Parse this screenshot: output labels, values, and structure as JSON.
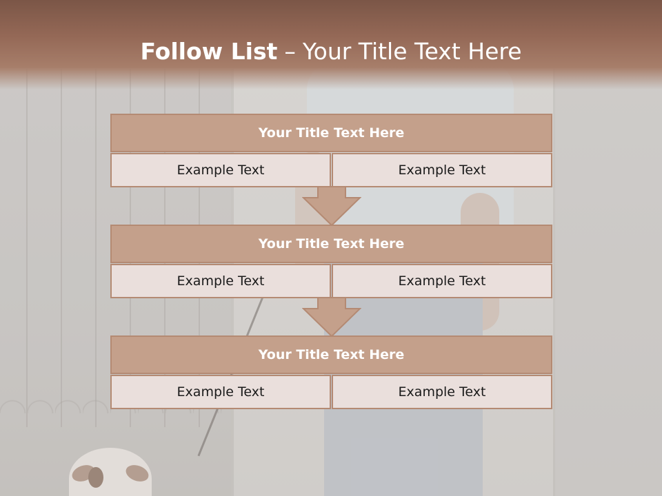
{
  "slide": {
    "title_bold": "Follow List",
    "title_dash": "–",
    "title_rest": "Your Title Text Here"
  },
  "blocks": [
    {
      "header": "Your Title Text Here",
      "cells": [
        "Example Text",
        "Example Text"
      ]
    },
    {
      "header": "Your Title Text Here",
      "cells": [
        "Example Text",
        "Example Text"
      ]
    },
    {
      "header": "Your Title Text Here",
      "cells": [
        "Example Text",
        "Example Text"
      ]
    }
  ],
  "colors": {
    "title_band": "#946856",
    "header_fill": "#c4a08b",
    "cell_fill": "#eadfdc",
    "border": "#b48a73",
    "arrow_fill": "#c4a08b"
  },
  "icons": {
    "arrow": "down-arrow-icon"
  }
}
